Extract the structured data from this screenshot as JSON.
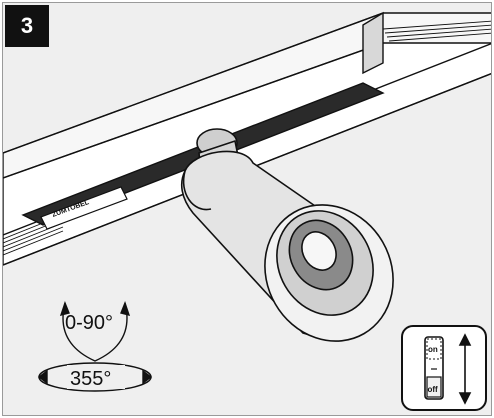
{
  "step": {
    "number": "3"
  },
  "track": {
    "label": "ZUMTOBEL"
  },
  "rotation": {
    "tilt_label": "0-90°",
    "pan_label": "355°"
  },
  "switch": {
    "on_label": "on",
    "off_label": "off"
  },
  "colors": {
    "background": "#efefef",
    "line": "#111111",
    "badge": "#111111"
  }
}
